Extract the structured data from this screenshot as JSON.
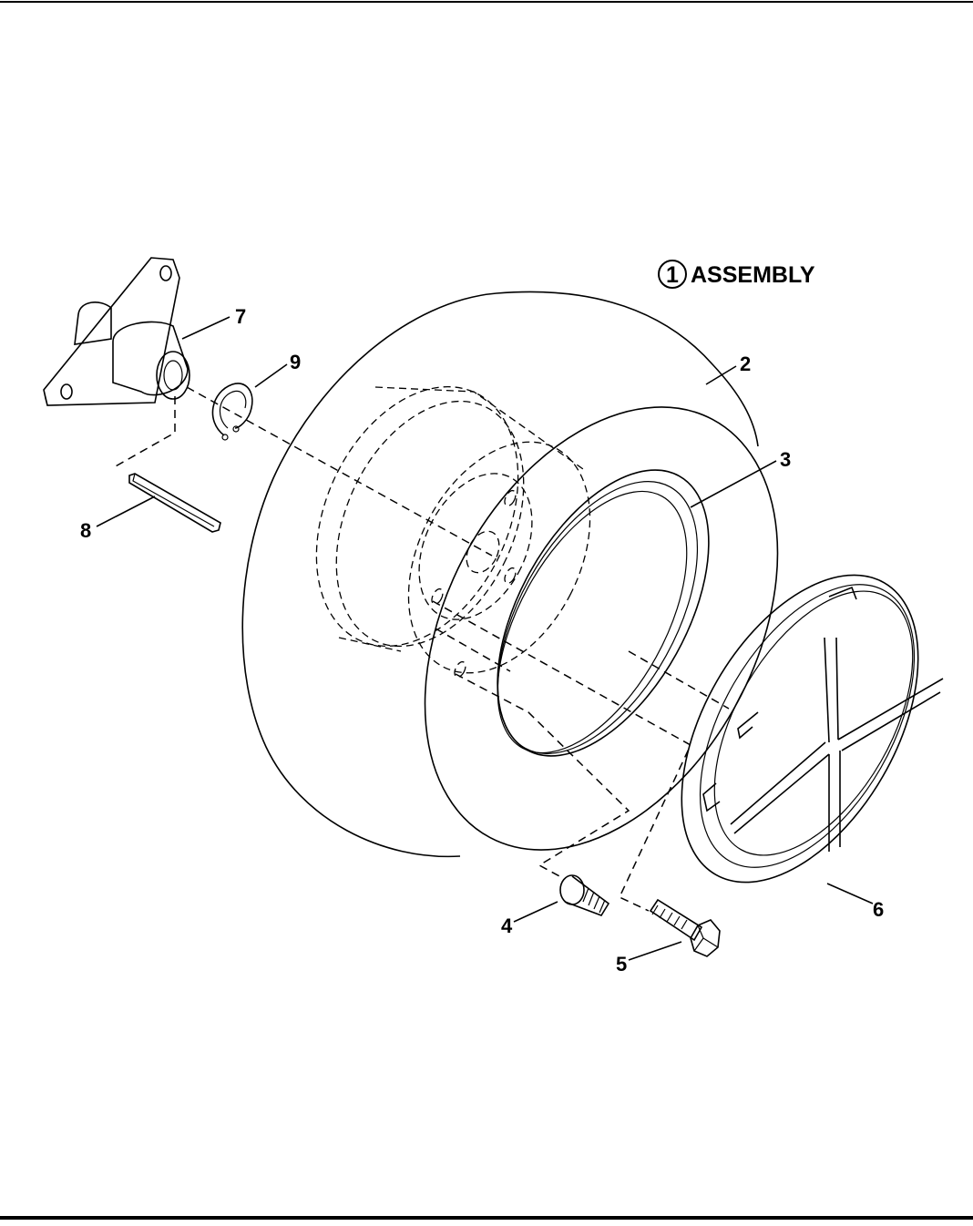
{
  "assembly": {
    "number": "1",
    "label": "ASSEMBLY"
  },
  "callouts": [
    {
      "id": "item-2",
      "text": "2"
    },
    {
      "id": "item-3",
      "text": "3"
    },
    {
      "id": "item-4",
      "text": "4"
    },
    {
      "id": "item-5",
      "text": "5"
    },
    {
      "id": "item-6",
      "text": "6"
    },
    {
      "id": "item-7",
      "text": "7"
    },
    {
      "id": "item-8",
      "text": "8"
    },
    {
      "id": "item-9",
      "text": "9"
    }
  ],
  "colors": {
    "ink": "#000000",
    "paper": "#ffffff"
  }
}
